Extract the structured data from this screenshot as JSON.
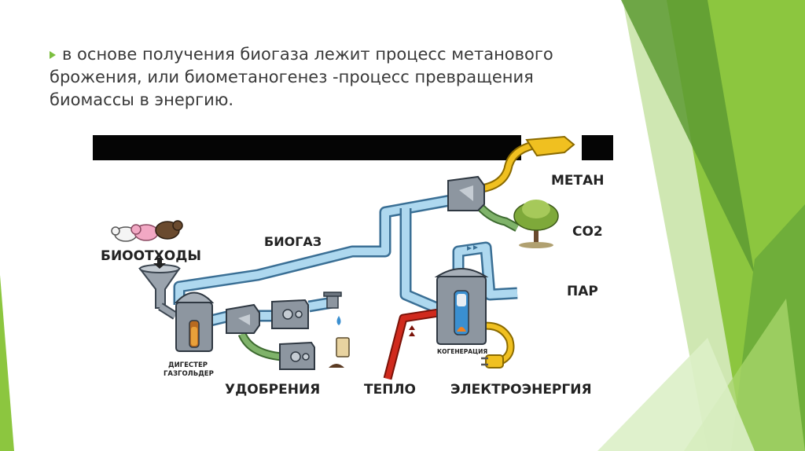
{
  "slide": {
    "paragraph": "в основе получения биогаза лежит процесс метанового брожения, или биометаногенез -процесс превращения биомассы в энергию."
  },
  "diagram": {
    "labels": {
      "biowaste": "БИООТХОДЫ",
      "biogas": "БИОГАЗ",
      "methane": "МЕТАН",
      "co2": "CO2",
      "steam": "ПАР",
      "digester": "ДИГЕСТЕР",
      "gasholder": "ГАЗГОЛЬДЕР",
      "cogeneration": "КОГЕНЕРАЦИЯ",
      "fertilizers": "УДОБРЕНИЯ",
      "heat": "ТЕПЛО",
      "electricity": "ЭЛЕКТРОЭНЕРГИЯ"
    },
    "colors": {
      "gas_pipe": "#aed8ef",
      "gas_pipe_edge": "#3a6f95",
      "fuel_pipe": "#f0c020",
      "co2_pipe": "#7fb36a",
      "heat_pipe": "#d02a1d",
      "electric": "#f0c020",
      "equipment": "#8d96a0"
    }
  },
  "theme": {
    "accent_dark": "#5d9a32",
    "accent_light": "#8cc63f"
  }
}
